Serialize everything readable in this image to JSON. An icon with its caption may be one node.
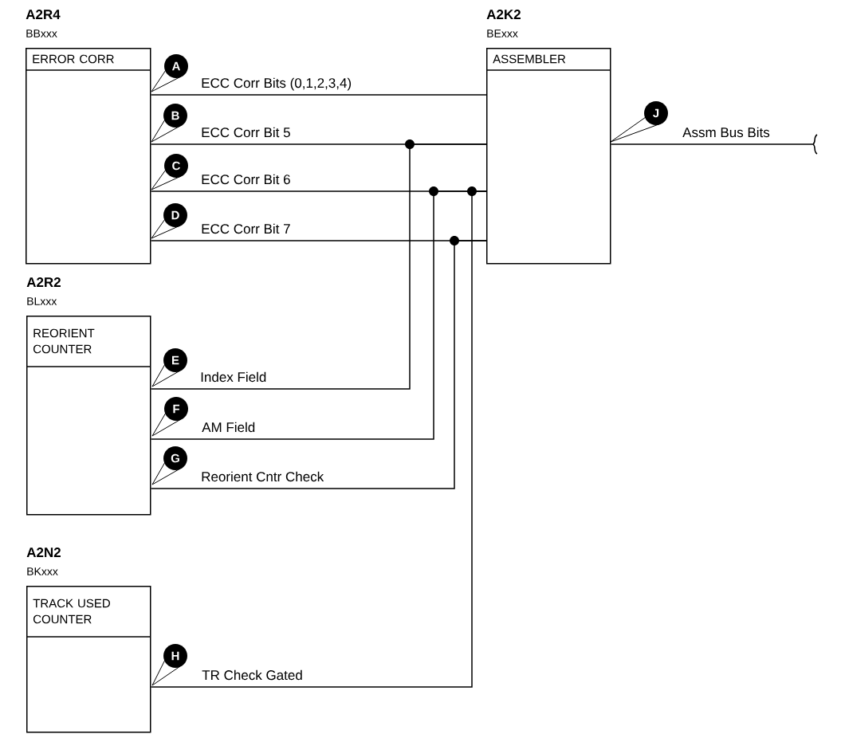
{
  "diagram": {
    "nodes": [
      {
        "text": [
          "A2R4",
          "BBxxx",
          "ERROR CORR"
        ]
      },
      {
        "text": [
          "A2K2",
          "BExxx",
          "ASSEMBLER"
        ]
      },
      {
        "text": [
          "A2R2",
          "BLxxx",
          "REORIENT COUNTER"
        ]
      },
      {
        "text": [
          "A2N2",
          "BKxxx",
          "TRACK USED COUNTER"
        ]
      }
    ],
    "edges": [
      {
        "from": 0,
        "to": 1,
        "arrow": "none",
        "label": "ECC Corr Bits (0,1,2,3,4)"
      },
      {
        "from": 0,
        "to": 1,
        "arrow": "none",
        "label": "ECC Corr Bit 5"
      },
      {
        "from": 0,
        "to": 1,
        "arrow": "none",
        "label": "ECC Corr Bit 6"
      },
      {
        "from": 0,
        "to": 1,
        "arrow": "none",
        "label": "ECC Corr Bit 7"
      },
      {
        "from": 2,
        "to": 1,
        "arrow": "none",
        "label": "Index Field"
      },
      {
        "from": 2,
        "to": 1,
        "arrow": "none",
        "label": "AM Field"
      },
      {
        "from": 2,
        "to": 1,
        "arrow": "none",
        "label": "Reorient Cntr Check"
      },
      {
        "from": 3,
        "to": 1,
        "arrow": "none",
        "label": "TR Check Gated"
      },
      {
        "from": 1,
        "to": null,
        "arrow": "none",
        "label": "Assm Bus Bits"
      }
    ],
    "labels": [
      "A",
      "B",
      "C",
      "D",
      "E",
      "F",
      "G",
      "H",
      "J"
    ]
  }
}
